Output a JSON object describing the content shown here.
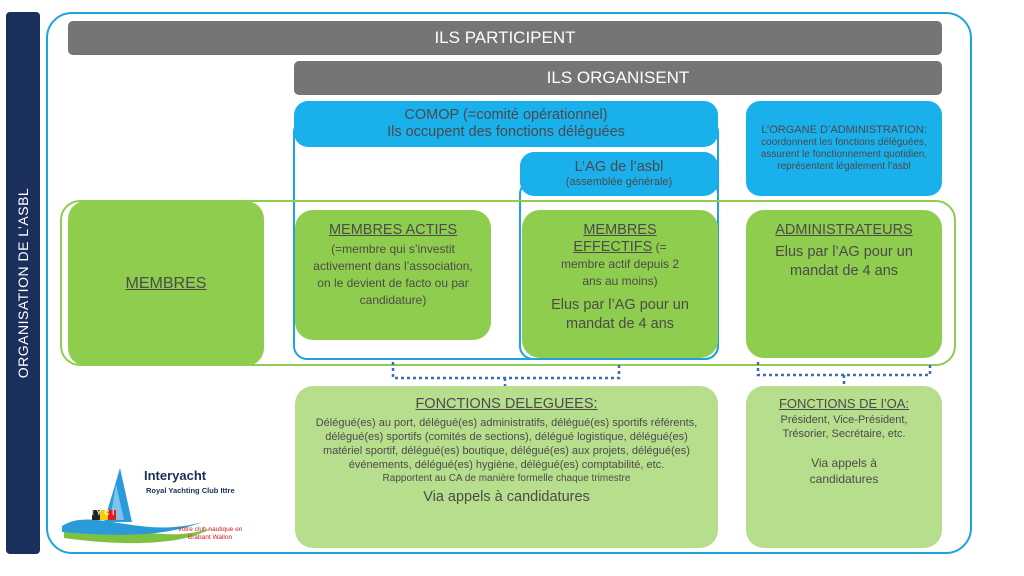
{
  "sidebar": {
    "label": "ORGANISATION DE L’ASBL"
  },
  "bars": {
    "participent": "ILS PARTICIPENT",
    "organisent": "ILS ORGANISENT"
  },
  "comop": {
    "title": "COMOP (=comité opérationnel)",
    "subtitle": "Ils occupent des fonctions déléguées"
  },
  "ag": {
    "title": "L’AG de l’asbl",
    "subtitle": "(assemblée générale)"
  },
  "organe": {
    "title": "L’ORGANE D’ADMINISTRATION:",
    "desc": "coordonnent les fonctions déléguées, assurent le fonctionnement quotidien, représentent légalement l’asbl"
  },
  "membres": {
    "label": "MEMBRES"
  },
  "membres_actifs": {
    "title": "MEMBRES ACTIFS",
    "desc": "(=membre qui s’investit activement dans l’association, on le devient de facto ou par candidature)"
  },
  "membres_effectifs": {
    "title": "MEMBRES EFFECTIFS",
    "desc1": " (= membre actif depuis 2 ans au moins)",
    "desc2": "Elus par l’AG pour un mandat de 4 ans"
  },
  "administrateurs": {
    "title": "ADMINISTRATEURS",
    "desc": "Elus par l’AG pour un mandat de 4 ans"
  },
  "fonctions_deleguees": {
    "title": "FONCTIONS DELEGUEES:",
    "desc": "Délégué(es) au port, délégué(es) administratifs, délégué(es) sportifs référents, délégué(es) sportifs (comités de sections), délégué logistique, délégué(es) matériel sportif, délégué(es) boutique, délégué(es) aux projets, délégué(es) événements, délégué(es) hygiène, délégué(es) comptabilité, etc.",
    "note": "Rapportent au CA de manière formelle chaque trimestre",
    "via": "Via appels à candidatures"
  },
  "fonctions_oa": {
    "title": "FONCTIONS DE l’OA:",
    "desc": "Président, Vice-Président, Trésorier, Secrétaire, etc.",
    "via": "Via appels à candidatures"
  },
  "logo": {
    "name": "Interyacht",
    "club": "Royal Yachting Club Ittre",
    "letters": "RYCI",
    "tagline1": "Votre club nautique en",
    "tagline2": "Brabant Wallon"
  },
  "colors": {
    "navy": "#1a2f5c",
    "blue": "#1ab0ec",
    "outline_blue": "#1fa3dc",
    "green": "#8fcd4e",
    "light_green": "#b7de8c",
    "grey": "#757575"
  }
}
